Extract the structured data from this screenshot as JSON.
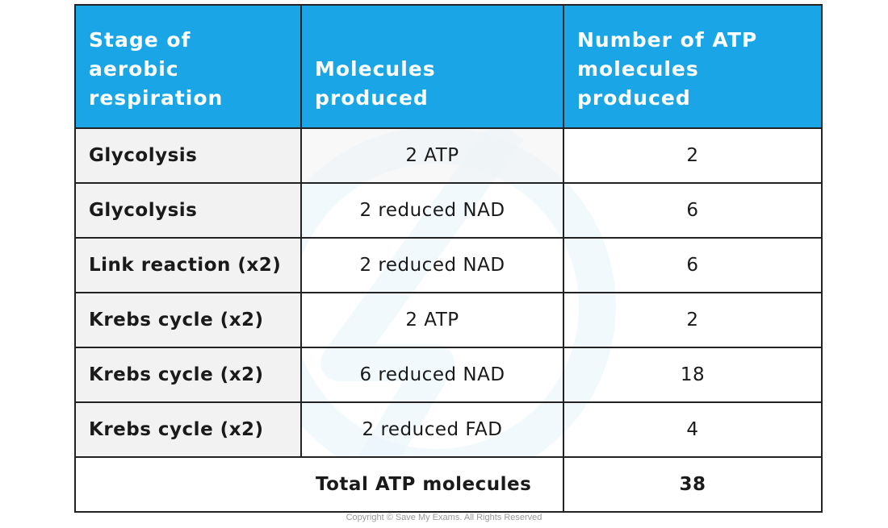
{
  "table": {
    "headers": [
      "Stage of aerobic respiration",
      "Molecules produced",
      "Number of ATP molecules produced"
    ],
    "rows": [
      {
        "stage": "Glycolysis",
        "molecules": "2 ATP",
        "atp": "2"
      },
      {
        "stage": "Glycolysis",
        "molecules": "2 reduced NAD",
        "atp": "6"
      },
      {
        "stage": "Link reaction (x2)",
        "molecules": "2 reduced NAD",
        "atp": "6"
      },
      {
        "stage": "Krebs cycle (x2)",
        "molecules": "2 ATP",
        "atp": "2"
      },
      {
        "stage": "Krebs cycle (x2)",
        "molecules": "6 reduced NAD",
        "atp": "18"
      },
      {
        "stage": "Krebs cycle (x2)",
        "molecules": "2 reduced FAD",
        "atp": "4"
      }
    ],
    "total": {
      "label": "Total ATP molecules",
      "value": "38"
    }
  },
  "copyright": "Copyright © Save My Exams. All Rights Reserved",
  "colors": {
    "header_bg": "#1aa6e6",
    "header_text": "#ffffff",
    "stage_bg": "#f2f2f2",
    "border": "#222222"
  },
  "icons": {
    "watermark": "save-my-exams-logo"
  }
}
